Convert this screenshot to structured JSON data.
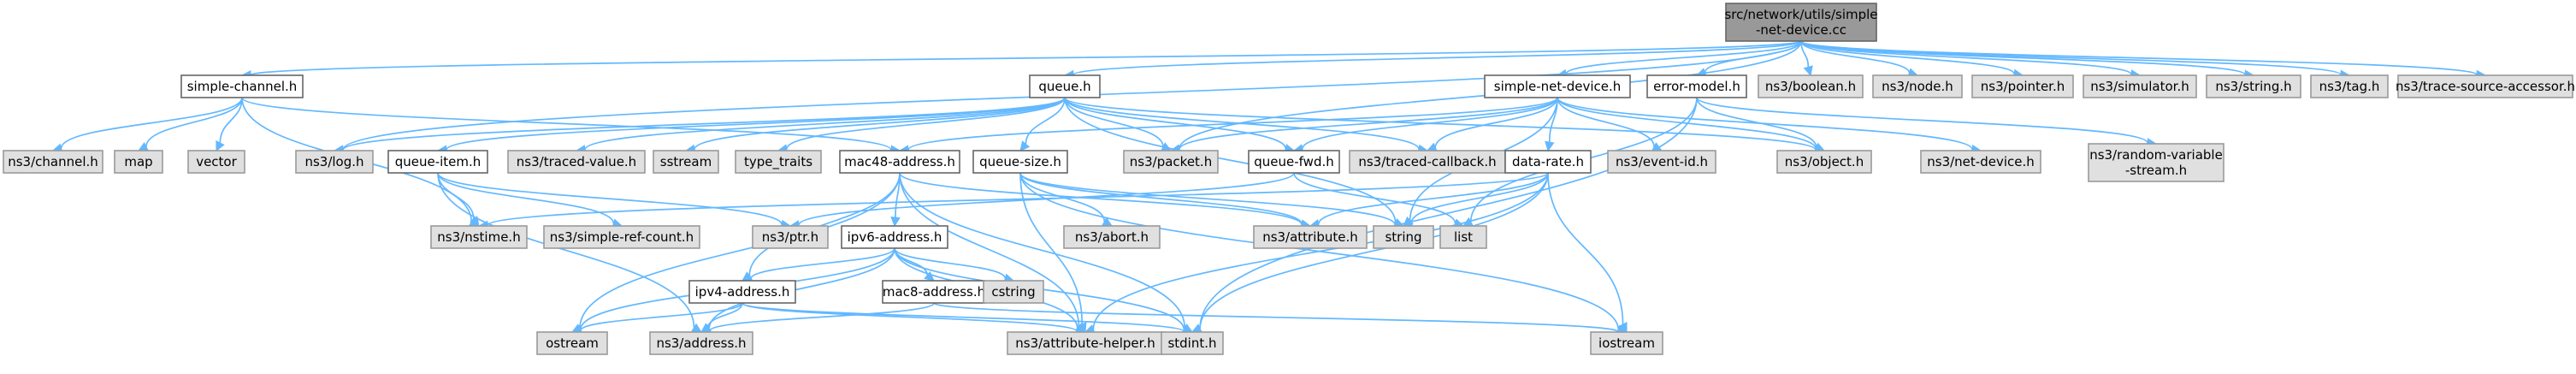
{
  "graph": {
    "nodes": [
      {
        "id": "root",
        "lines": [
          "src/network/utils/simple",
          "-net-device.cc"
        ],
        "kind": "root"
      },
      {
        "id": "simple_channel",
        "lines": [
          "simple-channel.h"
        ],
        "kind": "plain"
      },
      {
        "id": "queue",
        "lines": [
          "queue.h"
        ],
        "kind": "plain"
      },
      {
        "id": "simple_net_device",
        "lines": [
          "simple-net-device.h"
        ],
        "kind": "plain"
      },
      {
        "id": "error_model",
        "lines": [
          "error-model.h"
        ],
        "kind": "plain"
      },
      {
        "id": "ns3_boolean",
        "lines": [
          "ns3/boolean.h"
        ],
        "kind": "ext"
      },
      {
        "id": "ns3_node",
        "lines": [
          "ns3/node.h"
        ],
        "kind": "ext"
      },
      {
        "id": "ns3_pointer",
        "lines": [
          "ns3/pointer.h"
        ],
        "kind": "ext"
      },
      {
        "id": "ns3_simulator",
        "lines": [
          "ns3/simulator.h"
        ],
        "kind": "ext"
      },
      {
        "id": "ns3_string",
        "lines": [
          "ns3/string.h"
        ],
        "kind": "ext"
      },
      {
        "id": "ns3_tag",
        "lines": [
          "ns3/tag.h"
        ],
        "kind": "ext"
      },
      {
        "id": "ns3_trace_source_accessor",
        "lines": [
          "ns3/trace-source-accessor.h"
        ],
        "kind": "ext"
      },
      {
        "id": "ns3_channel",
        "lines": [
          "ns3/channel.h"
        ],
        "kind": "ext"
      },
      {
        "id": "map",
        "lines": [
          "map"
        ],
        "kind": "ext"
      },
      {
        "id": "vector",
        "lines": [
          "vector"
        ],
        "kind": "ext"
      },
      {
        "id": "ns3_log",
        "lines": [
          "ns3/log.h"
        ],
        "kind": "ext"
      },
      {
        "id": "queue_item",
        "lines": [
          "queue-item.h"
        ],
        "kind": "plain"
      },
      {
        "id": "ns3_traced_value",
        "lines": [
          "ns3/traced-value.h"
        ],
        "kind": "ext"
      },
      {
        "id": "sstream",
        "lines": [
          "sstream"
        ],
        "kind": "ext"
      },
      {
        "id": "type_traits",
        "lines": [
          "type_traits"
        ],
        "kind": "ext"
      },
      {
        "id": "mac48_address",
        "lines": [
          "mac48-address.h"
        ],
        "kind": "plain"
      },
      {
        "id": "queue_size",
        "lines": [
          "queue-size.h"
        ],
        "kind": "plain"
      },
      {
        "id": "ns3_packet",
        "lines": [
          "ns3/packet.h"
        ],
        "kind": "ext"
      },
      {
        "id": "queue_fwd",
        "lines": [
          "queue-fwd.h"
        ],
        "kind": "plain"
      },
      {
        "id": "ns3_traced_callback",
        "lines": [
          "ns3/traced-callback.h"
        ],
        "kind": "ext"
      },
      {
        "id": "data_rate",
        "lines": [
          "data-rate.h"
        ],
        "kind": "plain"
      },
      {
        "id": "ns3_event_id",
        "lines": [
          "ns3/event-id.h"
        ],
        "kind": "ext"
      },
      {
        "id": "ns3_object",
        "lines": [
          "ns3/object.h"
        ],
        "kind": "ext"
      },
      {
        "id": "ns3_net_device",
        "lines": [
          "ns3/net-device.h"
        ],
        "kind": "ext"
      },
      {
        "id": "ns3_random_variable_stream",
        "lines": [
          "ns3/random-variable",
          "-stream.h"
        ],
        "kind": "ext"
      },
      {
        "id": "ns3_nstime",
        "lines": [
          "ns3/nstime.h"
        ],
        "kind": "ext"
      },
      {
        "id": "ns3_simple_ref_count",
        "lines": [
          "ns3/simple-ref-count.h"
        ],
        "kind": "ext"
      },
      {
        "id": "ns3_ptr",
        "lines": [
          "ns3/ptr.h"
        ],
        "kind": "ext"
      },
      {
        "id": "ipv6_address",
        "lines": [
          "ipv6-address.h"
        ],
        "kind": "plain"
      },
      {
        "id": "ns3_abort",
        "lines": [
          "ns3/abort.h"
        ],
        "kind": "ext"
      },
      {
        "id": "ns3_attribute",
        "lines": [
          "ns3/attribute.h"
        ],
        "kind": "ext"
      },
      {
        "id": "string",
        "lines": [
          "string"
        ],
        "kind": "ext"
      },
      {
        "id": "list",
        "lines": [
          "list"
        ],
        "kind": "ext"
      },
      {
        "id": "ipv4_address",
        "lines": [
          "ipv4-address.h"
        ],
        "kind": "plain"
      },
      {
        "id": "mac8_address",
        "lines": [
          "mac8-address.h"
        ],
        "kind": "plain"
      },
      {
        "id": "cstring",
        "lines": [
          "cstring"
        ],
        "kind": "ext"
      },
      {
        "id": "ostream",
        "lines": [
          "ostream"
        ],
        "kind": "ext"
      },
      {
        "id": "ns3_address",
        "lines": [
          "ns3/address.h"
        ],
        "kind": "ext"
      },
      {
        "id": "ns3_attribute_helper",
        "lines": [
          "ns3/attribute-helper.h"
        ],
        "kind": "ext"
      },
      {
        "id": "stdint",
        "lines": [
          "stdint.h"
        ],
        "kind": "ext"
      },
      {
        "id": "iostream",
        "lines": [
          "iostream"
        ],
        "kind": "ext"
      }
    ],
    "edges": [
      [
        "root",
        "simple_channel"
      ],
      [
        "root",
        "queue"
      ],
      [
        "root",
        "simple_net_device"
      ],
      [
        "root",
        "error_model"
      ],
      [
        "root",
        "ns3_boolean"
      ],
      [
        "root",
        "ns3_node"
      ],
      [
        "root",
        "ns3_pointer"
      ],
      [
        "root",
        "ns3_simulator"
      ],
      [
        "root",
        "ns3_string"
      ],
      [
        "root",
        "ns3_tag"
      ],
      [
        "root",
        "ns3_trace_source_accessor"
      ],
      [
        "root",
        "ns3_log"
      ],
      [
        "root",
        "ns3_packet"
      ],
      [
        "simple_channel",
        "ns3_channel"
      ],
      [
        "simple_channel",
        "map"
      ],
      [
        "simple_channel",
        "vector"
      ],
      [
        "simple_channel",
        "ns3_nstime"
      ],
      [
        "simple_channel",
        "mac48_address"
      ],
      [
        "queue",
        "ns3_log"
      ],
      [
        "queue",
        "queue_item"
      ],
      [
        "queue",
        "ns3_traced_value"
      ],
      [
        "queue",
        "sstream"
      ],
      [
        "queue",
        "type_traits"
      ],
      [
        "queue",
        "queue_size"
      ],
      [
        "queue",
        "ns3_packet"
      ],
      [
        "queue",
        "queue_fwd"
      ],
      [
        "queue",
        "ns3_traced_callback"
      ],
      [
        "queue",
        "ns3_object"
      ],
      [
        "queue",
        "string"
      ],
      [
        "simple_net_device",
        "mac48_address"
      ],
      [
        "simple_net_device",
        "queue_fwd"
      ],
      [
        "simple_net_device",
        "ns3_traced_callback"
      ],
      [
        "simple_net_device",
        "data_rate"
      ],
      [
        "simple_net_device",
        "ns3_event_id"
      ],
      [
        "simple_net_device",
        "ns3_object"
      ],
      [
        "simple_net_device",
        "ns3_net_device"
      ],
      [
        "simple_net_device",
        "ns3_packet"
      ],
      [
        "simple_net_device",
        "string"
      ],
      [
        "error_model",
        "ns3_object"
      ],
      [
        "error_model",
        "ns3_random_variable_stream"
      ],
      [
        "error_model",
        "list"
      ],
      [
        "error_model",
        "stdint"
      ],
      [
        "queue_item",
        "ns3_nstime"
      ],
      [
        "queue_item",
        "ns3_simple_ref_count"
      ],
      [
        "queue_item",
        "ns3_ptr"
      ],
      [
        "queue_item",
        "ns3_address"
      ],
      [
        "mac48_address",
        "ipv6_address"
      ],
      [
        "mac48_address",
        "ipv4_address"
      ],
      [
        "mac48_address",
        "ns3_attribute"
      ],
      [
        "mac48_address",
        "ns3_attribute_helper"
      ],
      [
        "mac48_address",
        "stdint"
      ],
      [
        "mac48_address",
        "ostream"
      ],
      [
        "queue_size",
        "ns3_abort"
      ],
      [
        "queue_size",
        "ns3_attribute"
      ],
      [
        "queue_size",
        "ns3_attribute_helper"
      ],
      [
        "queue_size",
        "string"
      ],
      [
        "queue_size",
        "iostream"
      ],
      [
        "queue_fwd",
        "list"
      ],
      [
        "queue_fwd",
        "ns3_ptr"
      ],
      [
        "data_rate",
        "ns3_nstime"
      ],
      [
        "data_rate",
        "ns3_attribute"
      ],
      [
        "data_rate",
        "ns3_attribute_helper"
      ],
      [
        "data_rate",
        "string"
      ],
      [
        "data_rate",
        "stdint"
      ],
      [
        "data_rate",
        "iostream"
      ],
      [
        "ipv6_address",
        "ipv4_address"
      ],
      [
        "ipv6_address",
        "mac8_address"
      ],
      [
        "ipv6_address",
        "cstring"
      ],
      [
        "ipv6_address",
        "ostream"
      ],
      [
        "ipv6_address",
        "ns3_address"
      ],
      [
        "ipv6_address",
        "ns3_attribute_helper"
      ],
      [
        "ipv6_address",
        "stdint"
      ],
      [
        "ipv4_address",
        "ostream"
      ],
      [
        "ipv4_address",
        "ns3_address"
      ],
      [
        "ipv4_address",
        "ns3_attribute_helper"
      ],
      [
        "ipv4_address",
        "stdint"
      ],
      [
        "mac8_address",
        "ns3_address"
      ],
      [
        "mac8_address",
        "iostream"
      ]
    ]
  },
  "colors": {
    "edge": "#63b8ff",
    "root_fill": "#999999",
    "external_fill": "#e0e0e0",
    "local_fill": "#ffffff"
  }
}
